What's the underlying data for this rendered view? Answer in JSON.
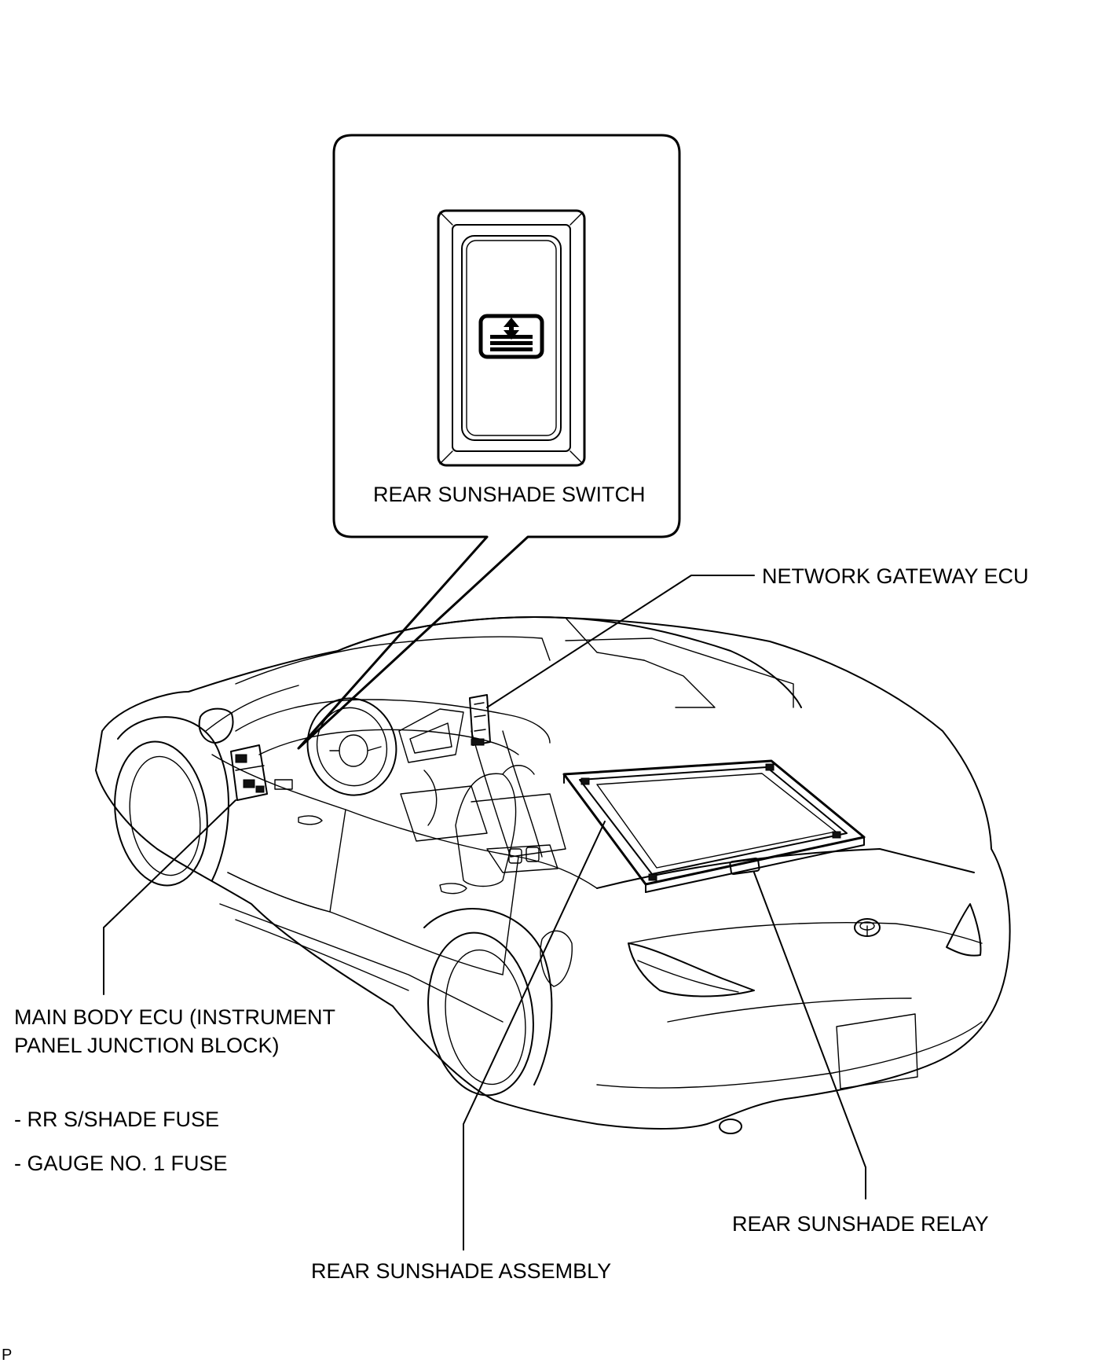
{
  "labels": {
    "rear_sunshade_switch": "REAR SUNSHADE SWITCH",
    "network_gateway_ecu": "NETWORK GATEWAY ECU",
    "main_body_ecu_line1": "MAIN BODY ECU (INSTRUMENT",
    "main_body_ecu_line2": "PANEL JUNCTION BLOCK)",
    "rr_sshade_fuse": "- RR S/SHADE FUSE",
    "gauge_no1_fuse": "- GAUGE NO. 1 FUSE",
    "rear_sunshade_relay": "REAR SUNSHADE RELAY",
    "rear_sunshade_assembly": "REAR SUNSHADE ASSEMBLY",
    "corner_mark": "P"
  },
  "icons": {
    "switch_symbol": "sunshade-up-down-icon"
  },
  "colors": {
    "line": "#000000",
    "background": "#ffffff"
  }
}
